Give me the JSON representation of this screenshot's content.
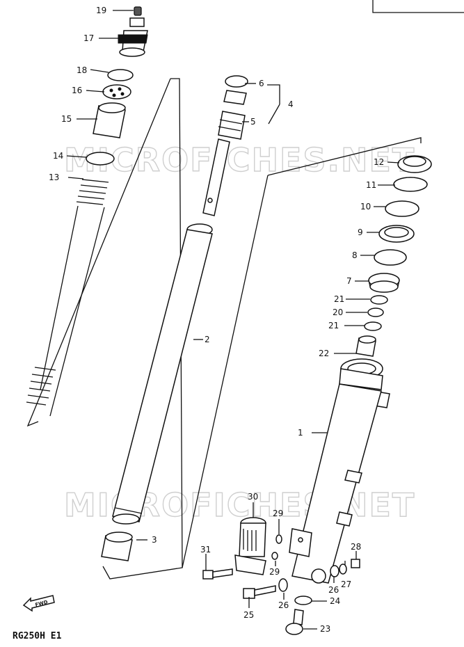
{
  "caption": "RG250H E1",
  "direction_badge": "FWD",
  "watermarks": [
    "MICROFICHES.NET",
    "MICROFICHES.NET"
  ],
  "callouts": {
    "p1": "1",
    "p2": "2",
    "p3": "3",
    "p4": "4",
    "p5": "5",
    "p6": "6",
    "p7": "7",
    "p8": "8",
    "p9": "9",
    "p10": "10",
    "p11": "11",
    "p12": "12",
    "p13": "13",
    "p14": "14",
    "p15": "15",
    "p16": "16",
    "p17": "17",
    "p18": "18",
    "p19": "19",
    "p20": "20",
    "p21a": "21",
    "p21b": "21",
    "p22": "22",
    "p23": "23",
    "p24": "24",
    "p25": "25",
    "p26a": "26",
    "p26b": "26",
    "p27": "27",
    "p28": "28",
    "p29a": "29",
    "p29b": "29",
    "p30": "30",
    "p31": "31"
  }
}
